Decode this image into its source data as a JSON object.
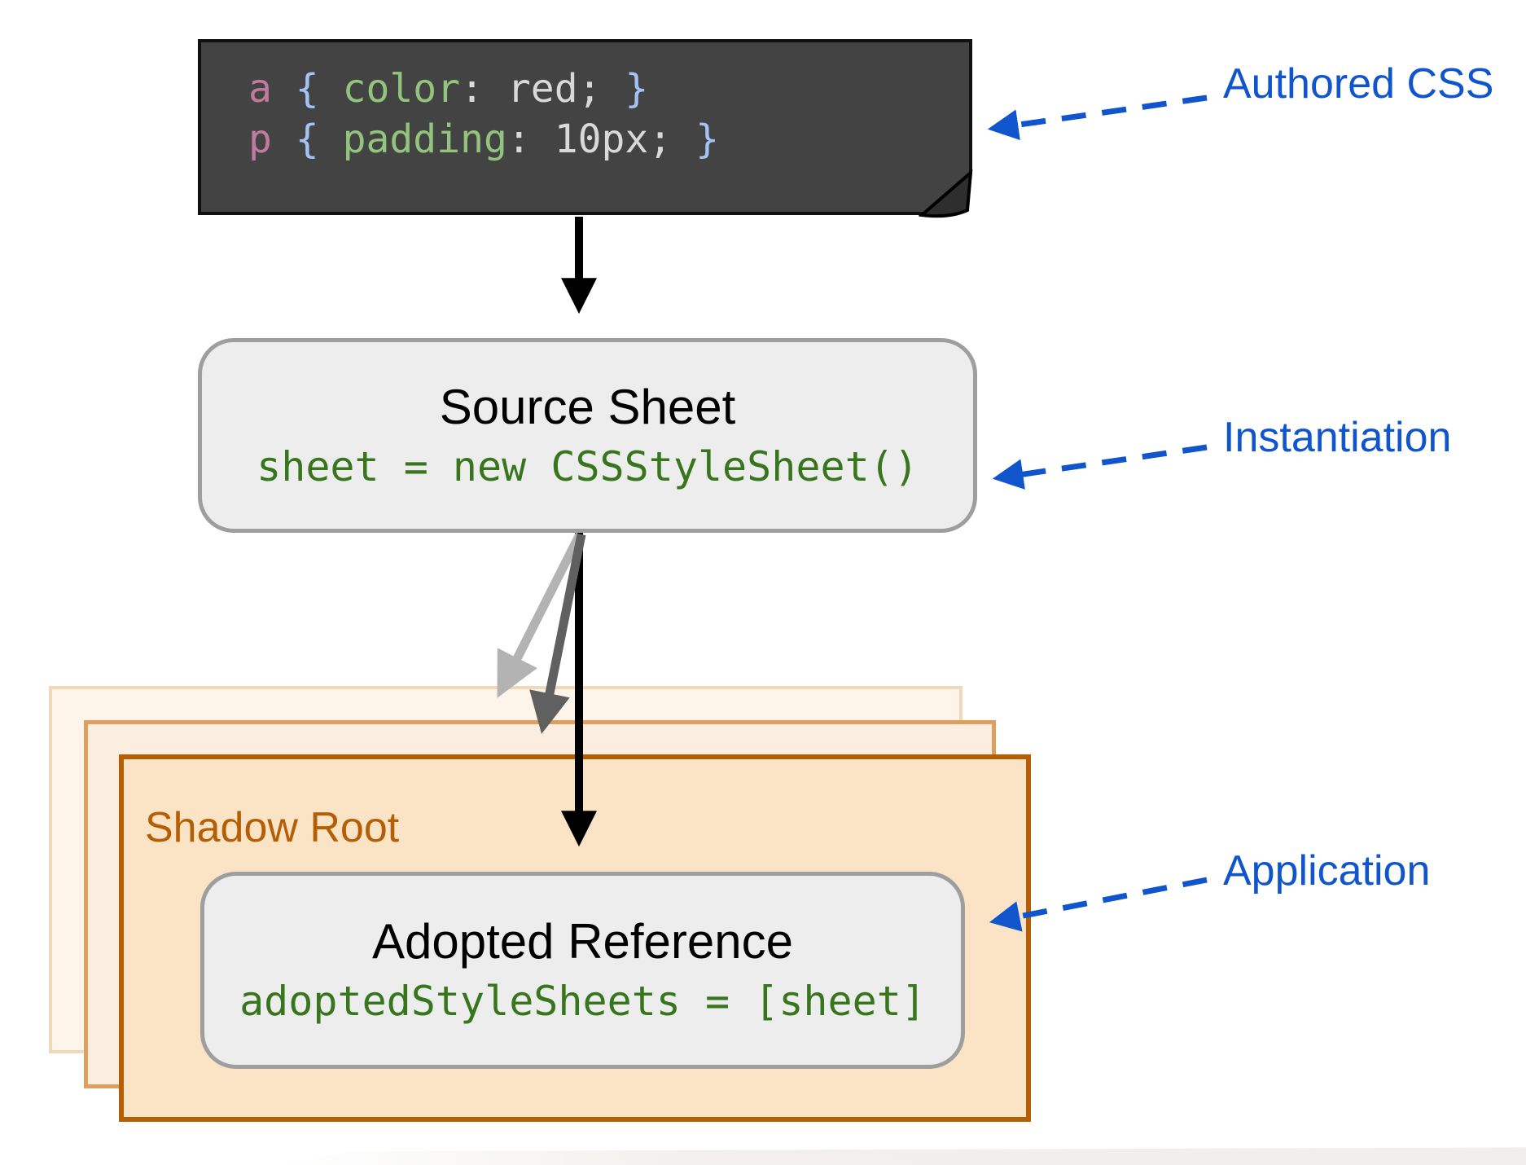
{
  "authored_css_block": {
    "lines": [
      {
        "tokens": [
          "a",
          " { ",
          "color",
          ": red; ",
          "}"
        ]
      },
      {
        "tokens": [
          "p",
          " { ",
          "padding",
          ": 10px; ",
          "}"
        ]
      }
    ]
  },
  "source_sheet": {
    "title": "Source Sheet",
    "code": "sheet = new CSSStyleSheet()"
  },
  "shadow_root": {
    "label": "Shadow Root"
  },
  "adopted_reference": {
    "title": "Adopted Reference",
    "code": "adoptedStyleSheets = [sheet]"
  },
  "annotations": {
    "authored_css": "Authored CSS",
    "instantiation": "Instantiation",
    "application": "Application"
  },
  "colors": {
    "code_background": "#434343",
    "token_selector": "#c27ba0",
    "token_brace": "#a4c2f4",
    "token_property": "#93c47d",
    "token_value": "#d9d9d9",
    "box_fill": "#ededed",
    "box_border": "#9e9e9e",
    "code_green": "#38761d",
    "shadow_root_border": "#b45f06",
    "shadow_root_fill": "#fbe3c6",
    "annotation_blue": "#1155cc",
    "arrow_black": "#000000",
    "arrow_light_gray": "#b3b3b3",
    "arrow_dark_gray": "#606060"
  }
}
